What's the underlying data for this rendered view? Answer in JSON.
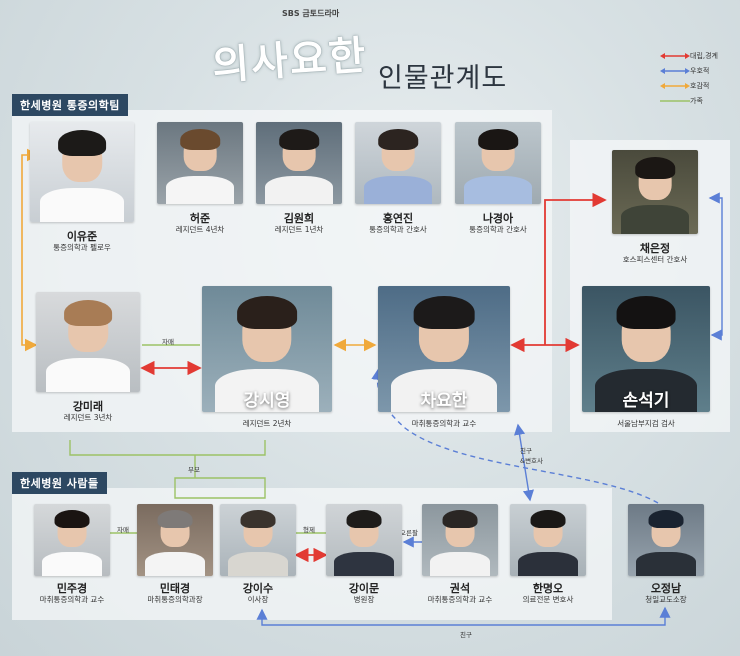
{
  "header": {
    "broadcaster": "SBS 금토드라마",
    "logo_text": "의사요한",
    "subtitle": "인물관계도"
  },
  "legend": [
    {
      "label": "대립,경계",
      "color": "#e23a33",
      "style": "double-arrow"
    },
    {
      "label": "우호적",
      "color": "#5b7fd6",
      "style": "double-arrow"
    },
    {
      "label": "호감적",
      "color": "#f0a93b",
      "style": "double-arrow"
    },
    {
      "label": "가족",
      "color": "#9cc266",
      "style": "line"
    }
  ],
  "sections": {
    "team": "한세병원 통증의학팀",
    "people": "한세병원 사람들"
  },
  "characters": {
    "yoojun": {
      "name": "이유준",
      "role": "통증의학과 펠로우"
    },
    "heojun": {
      "name": "허준",
      "role": "레지던트 4년차"
    },
    "wonhee": {
      "name": "김원희",
      "role": "레지던트 1년차"
    },
    "yeonjin": {
      "name": "홍연진",
      "role": "통증의학과 간호사"
    },
    "kyunga": {
      "name": "나경아",
      "role": "통증의학과 간호사"
    },
    "eunjeong": {
      "name": "채은정",
      "role": "호스피스센터 간호사"
    },
    "mirae": {
      "name": "강미래",
      "role": "레지던트 3년차"
    },
    "siyoung": {
      "name": "강시영",
      "role": "레지던트 2년차"
    },
    "yohan": {
      "name": "차요한",
      "role": "마취통증의학과 교수"
    },
    "seokgi": {
      "name": "손석기",
      "role": "서울남부지검 검사"
    },
    "jukyung": {
      "name": "민주경",
      "role": "마취통증의학과 교수"
    },
    "taekyung": {
      "name": "민태경",
      "role": "마취통증의학과장"
    },
    "isu": {
      "name": "강이수",
      "role": "이사장"
    },
    "imun": {
      "name": "강이문",
      "role": "병원장"
    },
    "kwonseok": {
      "name": "권석",
      "role": "마취통증의학과 교수"
    },
    "myungoh": {
      "name": "한명오",
      "role": "의료전문 변호사"
    },
    "jeongnam": {
      "name": "오정남",
      "role": "청일교도소장"
    }
  },
  "relations": {
    "sisters_a": "자매",
    "parent": "부모",
    "sisters_b": "자매",
    "brothers": "형제",
    "friend_lawyer": "친구\n&변호사",
    "friend_team": "오른팔",
    "friend_bottom": "친구"
  },
  "colors": {
    "conflict": "#e23a33",
    "friendly": "#5b7fd6",
    "favor": "#f0a93b",
    "family": "#9cc266",
    "section": "#2d4862"
  }
}
